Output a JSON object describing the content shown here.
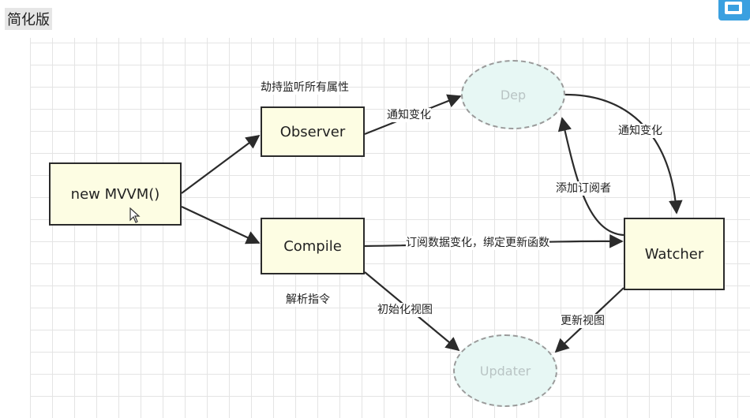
{
  "window": {
    "title": "简化版"
  },
  "nodes": {
    "mvvm": "new MVVM()",
    "observer": "Observer",
    "compile": "Compile",
    "watcher": "Watcher",
    "dep": "Dep",
    "updater": "Updater"
  },
  "labels": {
    "observer_caption": "劫持监听所有属性",
    "compile_caption": "解析指令",
    "observer_to_dep": "通知变化",
    "dep_to_watcher": "通知变化",
    "watcher_to_dep": "添加订阅者",
    "compile_to_watcher": "订阅数据变化，绑定更新函数",
    "compile_to_updater": "初始化视图",
    "watcher_to_updater": "更新视图"
  },
  "colors": {
    "box_fill": "#fdfde3",
    "ellipse_fill": "#e7f7f4",
    "stroke": "#2b2b2b",
    "logo": "#3aa0e0"
  }
}
